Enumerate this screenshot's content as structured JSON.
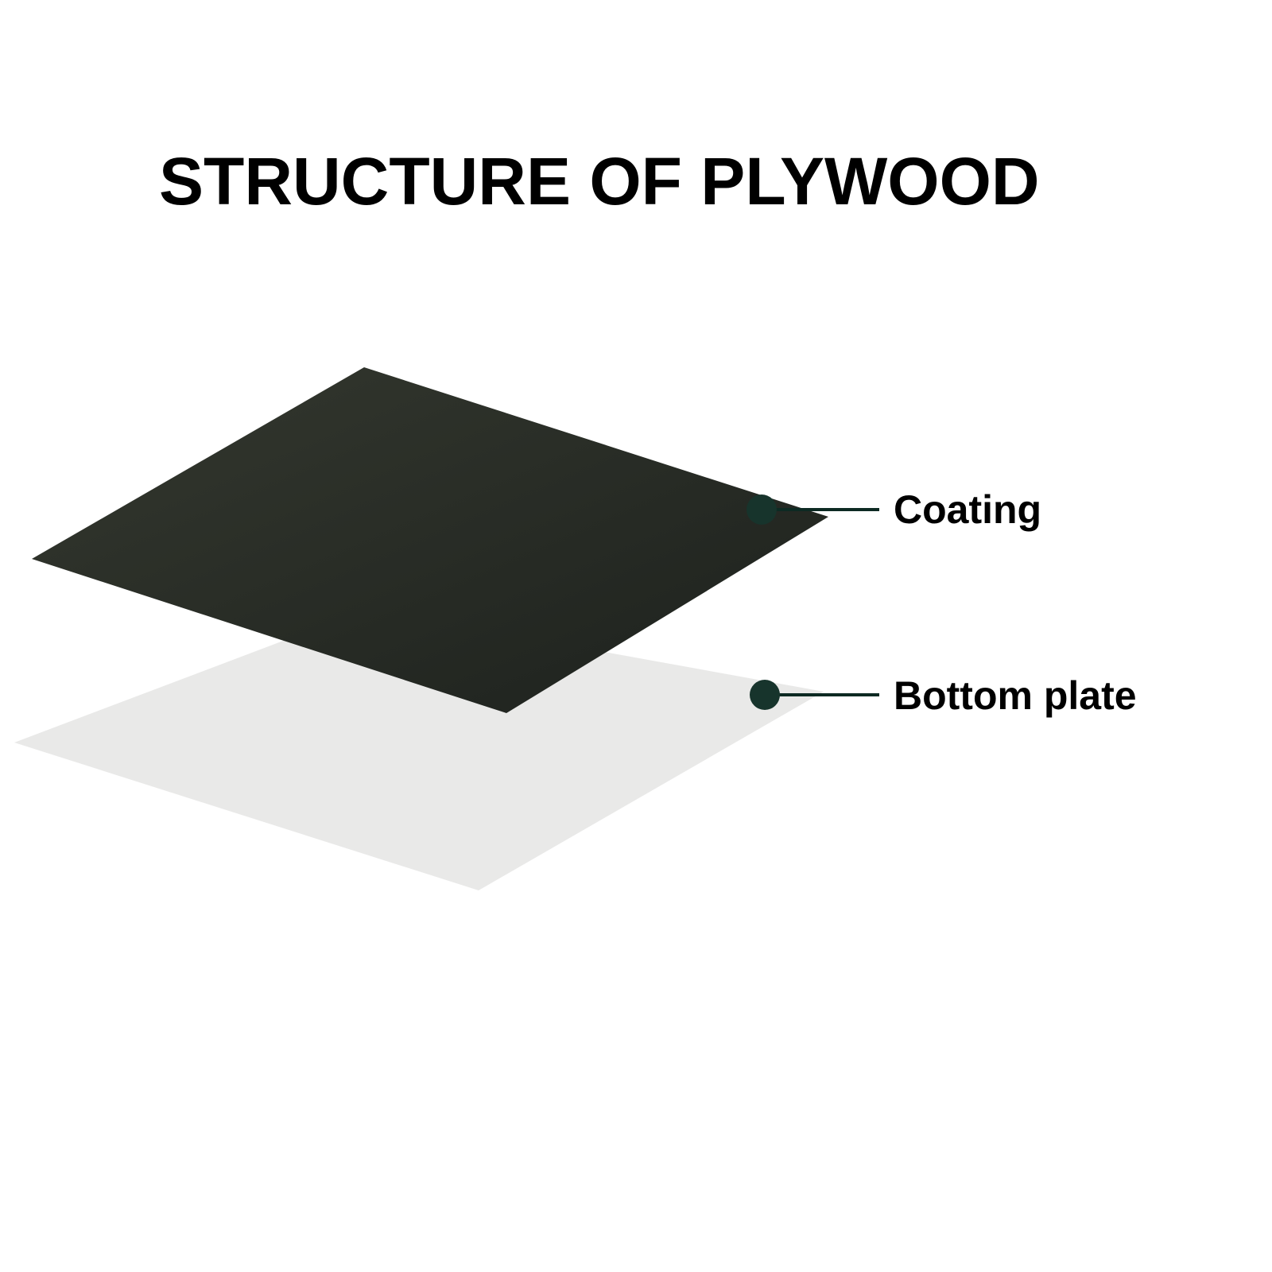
{
  "title": "STRUCTURE OF PLYWOOD",
  "diagram": {
    "layers": {
      "coating": {
        "label": "Coating",
        "fill_from": "#34382f",
        "fill_to": "#1d211d"
      },
      "bottom_plate": {
        "label": "Bottom plate",
        "fill": "#e9e9e8"
      }
    },
    "callout": {
      "dot_color": "#17342c",
      "line_color": "#0d2a23"
    }
  }
}
